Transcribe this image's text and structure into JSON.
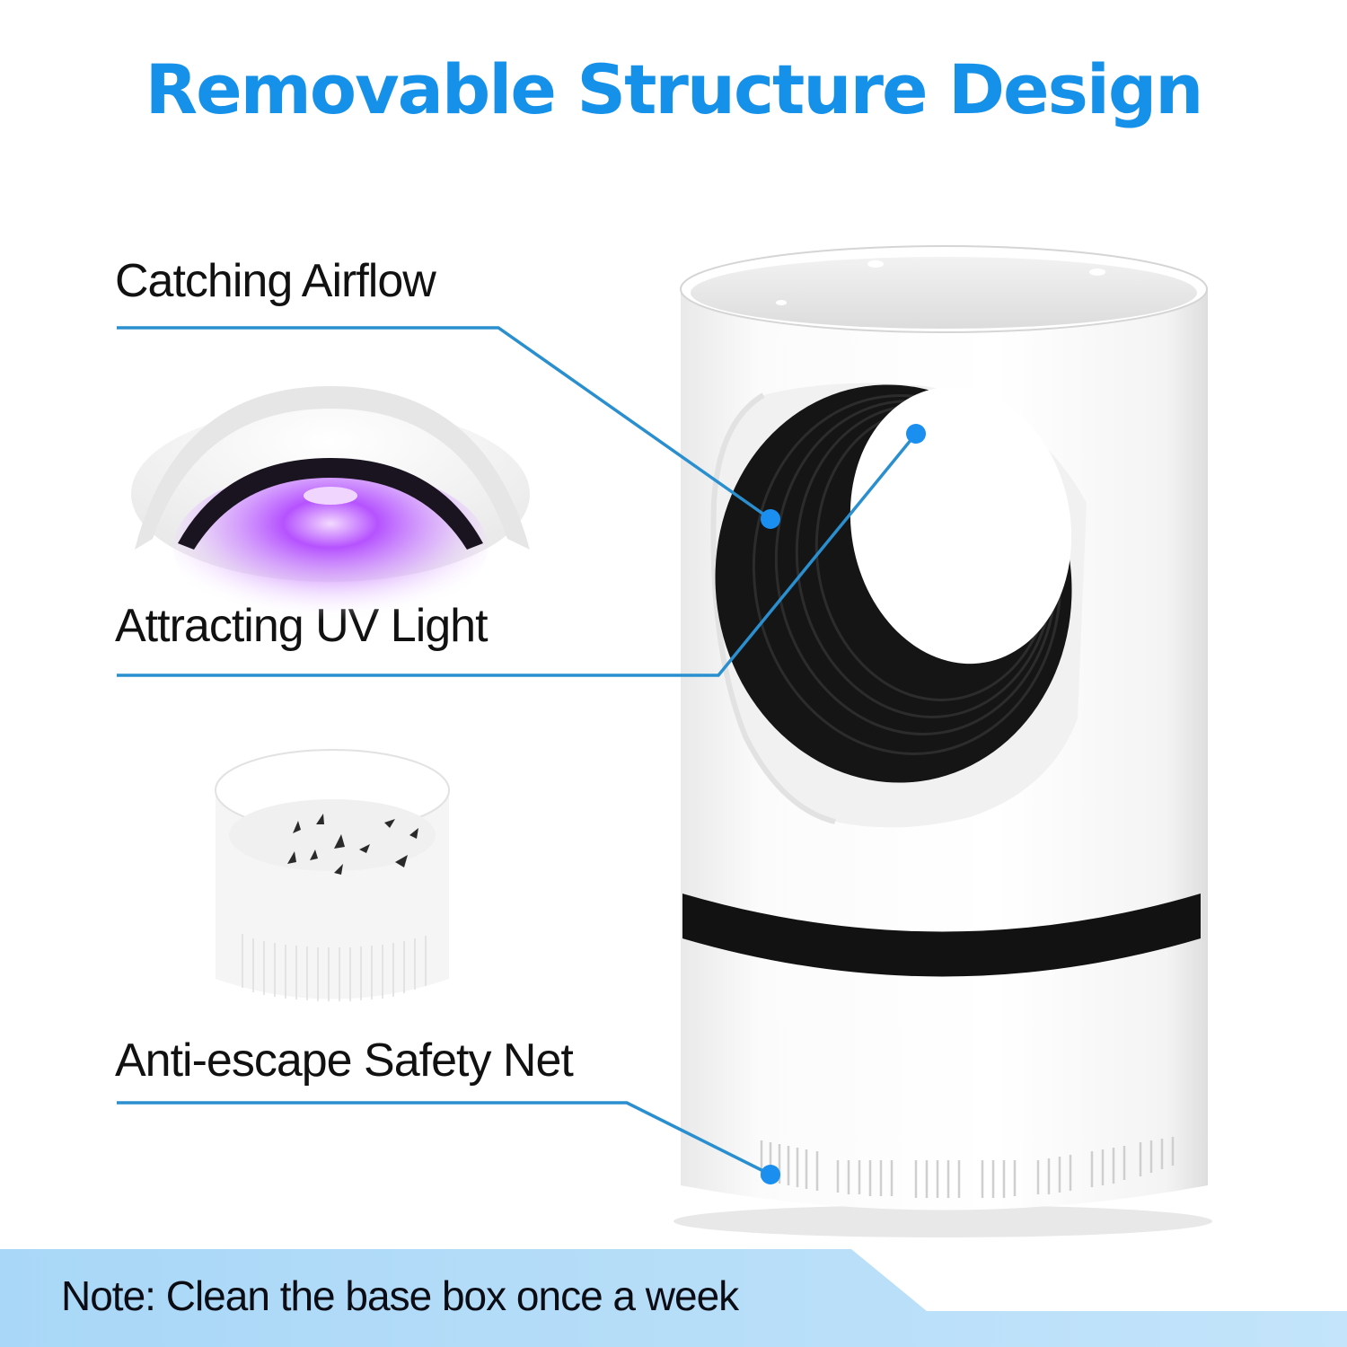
{
  "title": "Removable Structure Design",
  "callouts": [
    {
      "label": "Catching Airflow",
      "target": "fan-ring-inner"
    },
    {
      "label": "Attracting UV Light",
      "target": "uv-lamp-top"
    },
    {
      "label": "Anti-escape Safety Net",
      "target": "base-vent-grille"
    }
  ],
  "note": "Note: Clean the base box once a week",
  "colors": {
    "title_blue": "#1591ea",
    "callout_line": "#2a8fcf",
    "callout_dot": "#1a8ff0",
    "note_bar": "#b3dcf8",
    "uv_purple": "#9b30ff",
    "device_black": "#111111"
  }
}
